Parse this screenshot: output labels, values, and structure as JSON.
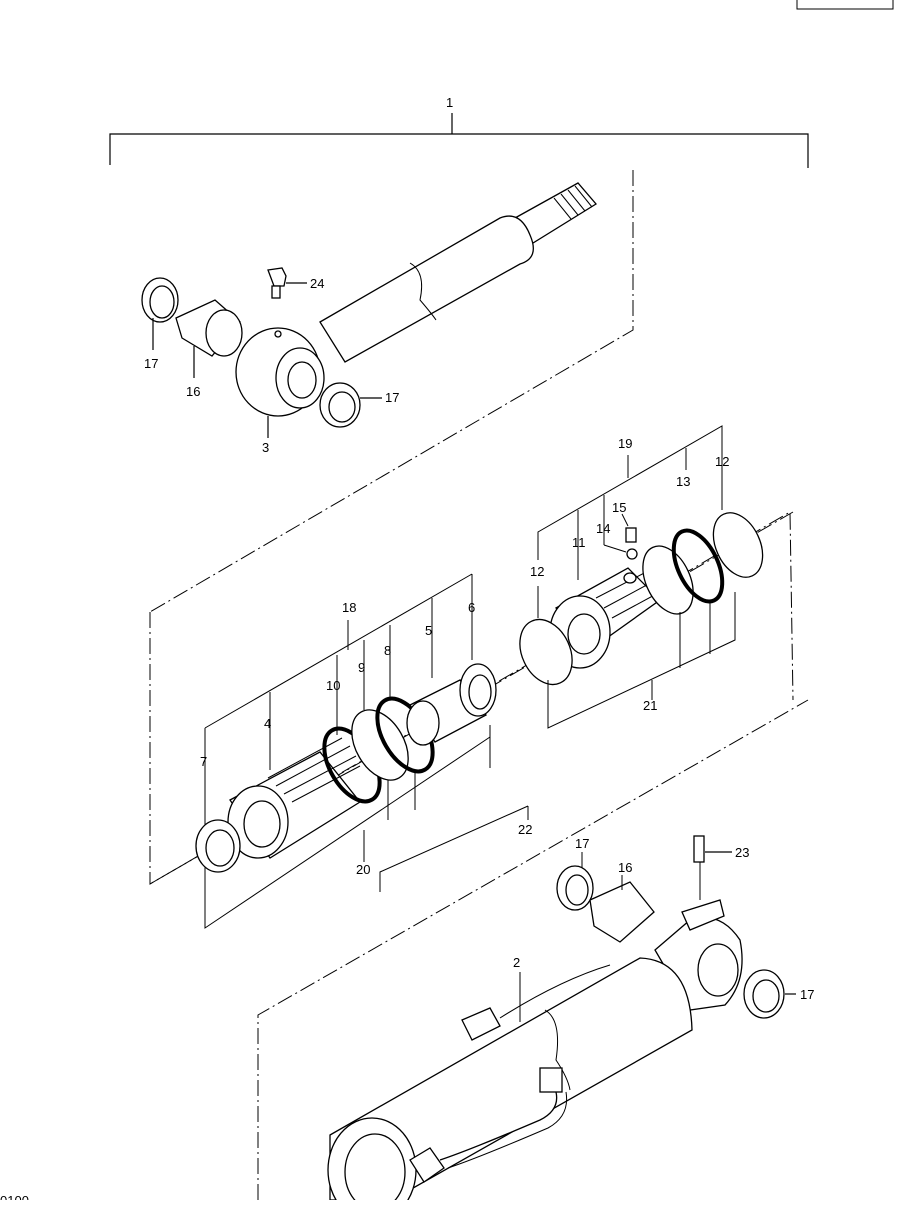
{
  "labels": {
    "p1": "1",
    "p2": "2",
    "p3": "3",
    "p4": "4",
    "p5": "5",
    "p6": "6",
    "p7": "7",
    "p8": "8",
    "p9": "9",
    "p10": "10",
    "p11": "11",
    "p12": "12",
    "p13": "13",
    "p14": "14",
    "p15": "15",
    "p16": "16",
    "p17": "17",
    "p18": "18",
    "p19": "19",
    "p20": "20",
    "p21": "21",
    "p22": "22",
    "p23": "23",
    "p24": "24"
  },
  "footer_code": "0100"
}
